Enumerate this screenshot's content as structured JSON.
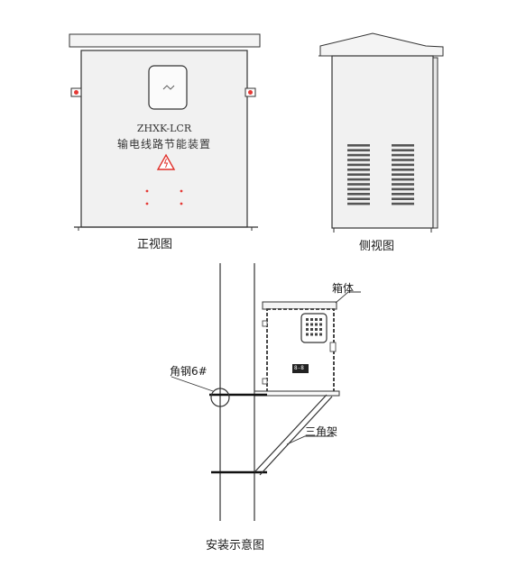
{
  "front_view": {
    "model": "ZHXK-LCR",
    "device_name": "输电线路节能装置",
    "caption": "正视图"
  },
  "side_view": {
    "caption": "侧视图"
  },
  "install_view": {
    "caption": "安装示意图",
    "label_box": "箱体",
    "label_angle_steel": "角钢6#",
    "label_bracket": "三角架",
    "screen_text": "8-8"
  },
  "colors": {
    "line": "#333333",
    "panel_fill": "#f1f1f1",
    "warning_red": "#e0302a",
    "lamp_red": "#e53935"
  },
  "icons": [
    "warning-triangle-icon",
    "window-scribble-icon",
    "hinge-icon"
  ]
}
